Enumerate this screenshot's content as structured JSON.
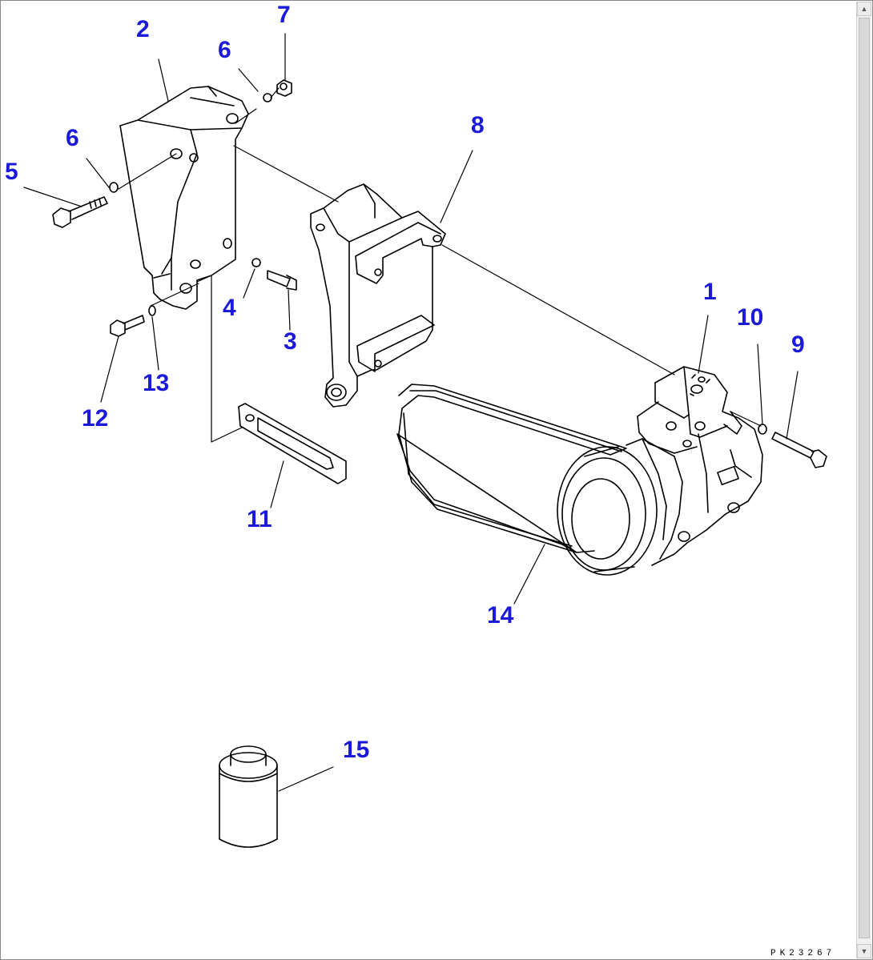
{
  "diagram": {
    "callouts": [
      {
        "id": "c1",
        "label": "1"
      },
      {
        "id": "c2",
        "label": "2"
      },
      {
        "id": "c3",
        "label": "3"
      },
      {
        "id": "c4",
        "label": "4"
      },
      {
        "id": "c5",
        "label": "5"
      },
      {
        "id": "c6a",
        "label": "6"
      },
      {
        "id": "c6b",
        "label": "6"
      },
      {
        "id": "c7",
        "label": "7"
      },
      {
        "id": "c8",
        "label": "8"
      },
      {
        "id": "c9",
        "label": "9"
      },
      {
        "id": "c10",
        "label": "10"
      },
      {
        "id": "c11",
        "label": "11"
      },
      {
        "id": "c12",
        "label": "12"
      },
      {
        "id": "c13",
        "label": "13"
      },
      {
        "id": "c14",
        "label": "14"
      },
      {
        "id": "c15",
        "label": "15"
      }
    ],
    "reference_code": "PK23267",
    "callout_color": "#1a1ad8",
    "line_color": "#000000"
  },
  "scrollbar": {
    "up_icon": "arrow-up-icon",
    "down_icon": "arrow-down-icon"
  }
}
